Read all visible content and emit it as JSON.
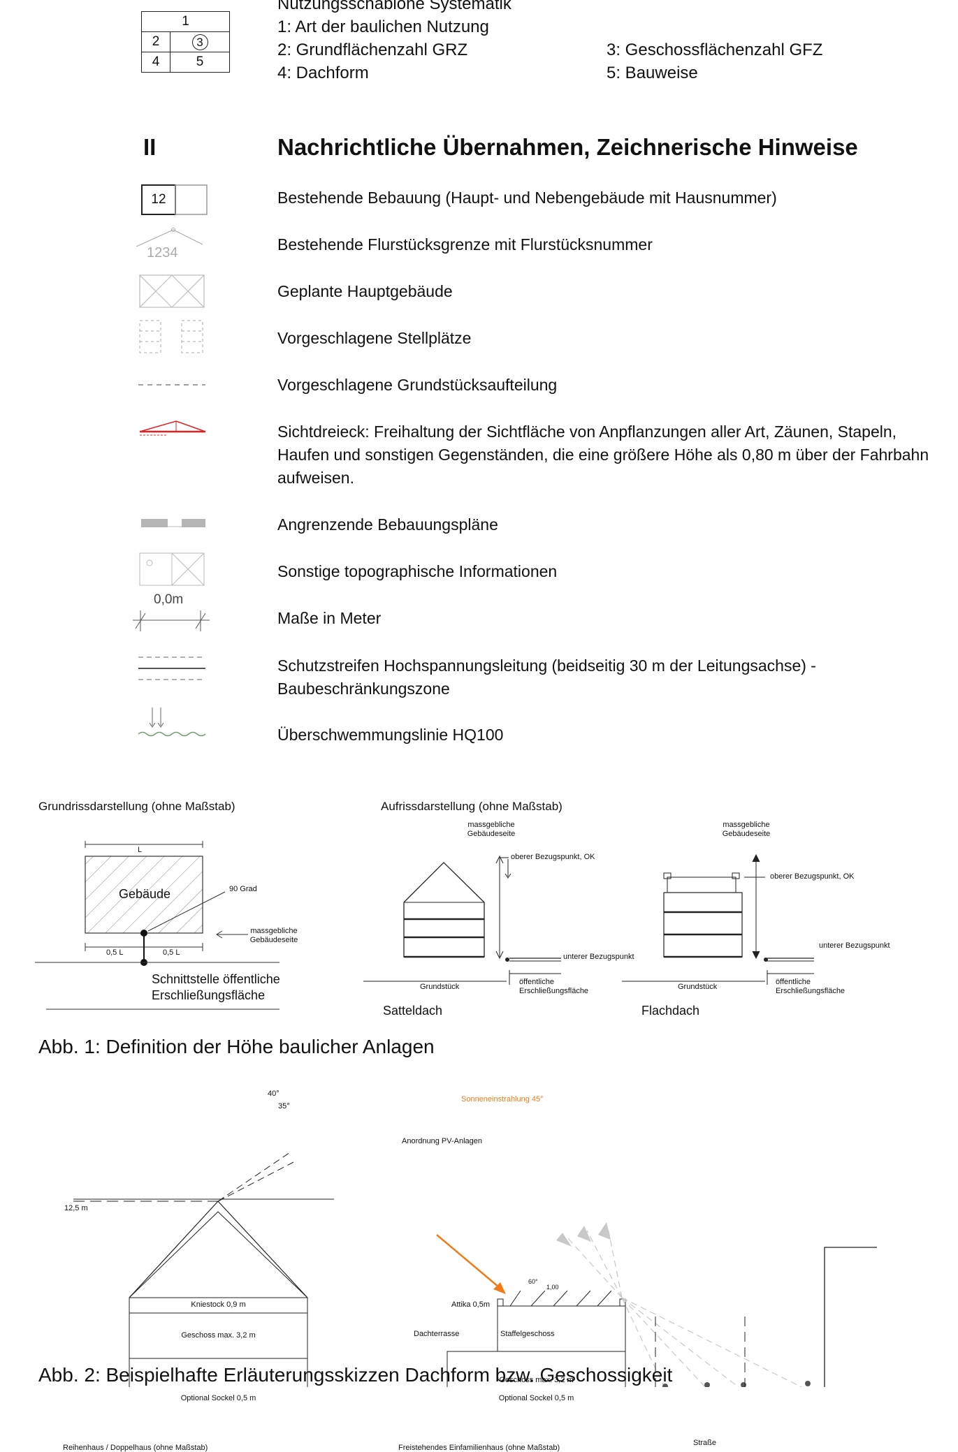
{
  "template": {
    "cells": [
      "1",
      "2",
      "3",
      "4",
      "5"
    ],
    "heading": "Nutzungsschablone Systematik",
    "legend": [
      "1: Art der baulichen Nutzung",
      "2: Grundflächenzahl GRZ",
      "3: Geschossflächenzahl GFZ",
      "4: Dachform",
      "5: Bauweise"
    ]
  },
  "section2": {
    "number": "II",
    "title": "Nachrichtliche Übernahmen, Zeichnerische Hinweise"
  },
  "symbols": {
    "house_number": "12",
    "parcel_number": "1234",
    "measure_label": "0,0m"
  },
  "legend_items": [
    "Bestehende Bebauung (Haupt- und Nebengebäude mit Hausnummer)",
    "Bestehende Flurstücksgrenze mit Flurstücksnummer",
    "Geplante Hauptgebäude",
    "Vorgeschlagene Stellplätze",
    "Vorgeschlagene Grundstücksaufteilung",
    "Sichtdreieck: Freihaltung der Sichtfläche von Anpflanzungen aller Art, Zäunen, Stapeln, Haufen und sonstigen Gegenständen, die eine größere Höhe als 0,80 m über der Fahrbahn aufweisen.",
    "Angrenzende Bebauungspläne",
    "Sonstige topographische Informationen",
    "Maße in Meter",
    "Schutzstreifen Hochspannungsleitung (beidseitig 30 m der Leitungsachse) - Baubeschränkungszone",
    "Überschwemmungslinie HQ100"
  ],
  "fig1": {
    "plan_title": "Grundrissdarstellung (ohne Maßstab)",
    "plan_L": "L",
    "plan_building": "Gebäude",
    "plan_angle": "90 Grad",
    "plan_side_1": "massgebliche",
    "plan_side_2": "Gebäudeseite",
    "plan_half_1": "0,5 L",
    "plan_half_2": "0,5 L",
    "plan_interface_1": "Schnittstelle öffentliche",
    "plan_interface_2": "Erschließungsfläche",
    "elev_title": "Aufrissdarstellung (ohne Maßstab)",
    "side_1": "massgebliche",
    "side_2": "Gebäudeseite",
    "upper_ref": "oberer Bezugspunkt, OK",
    "lower_ref": "unterer Bezugspunkt",
    "plot": "Grundstück",
    "public_1": "öffentliche",
    "public_2": "Erschließungsfläche",
    "gable": "Satteldach",
    "flat": "Flachdach",
    "caption": "Abb. 1: Definition der Höhe baulicher Anlagen"
  },
  "fig2": {
    "angle_40": "40°",
    "angle_35": "35°",
    "height": "12,5 m",
    "kneewall": "Kniestock 0,9 m",
    "storey_left": "Geschoss max. 3,2 m",
    "plinth_left": "Optional Sockel 0,5 m",
    "left_caption": "Reihenhaus / Doppelhaus (ohne Maßstab)",
    "sun": "Sonneneinstrahlung 45°",
    "pv": "Anordnung PV-Anlagen",
    "attic": "Attika 0,5m",
    "deg60": "60°",
    "h100": "1,00",
    "terrace": "Dachterrasse",
    "staggered": "Staffelgeschoss",
    "storey_right": "Geschoss max. 3,2 m",
    "plinth_right": "Optional Sockel 0,5 m",
    "street": "Straße",
    "right_caption": "Freistehendes Einfamilienhaus (ohne Maßstab)",
    "caption": "Abb. 2: Beispielhafte Erläuterungsskizzen Dachform bzw. Geschossigkeit"
  },
  "colors": {
    "sun_orange": "#f07a18",
    "sight_red": "#e02020",
    "symbol_gray": "#9a9a9a"
  }
}
